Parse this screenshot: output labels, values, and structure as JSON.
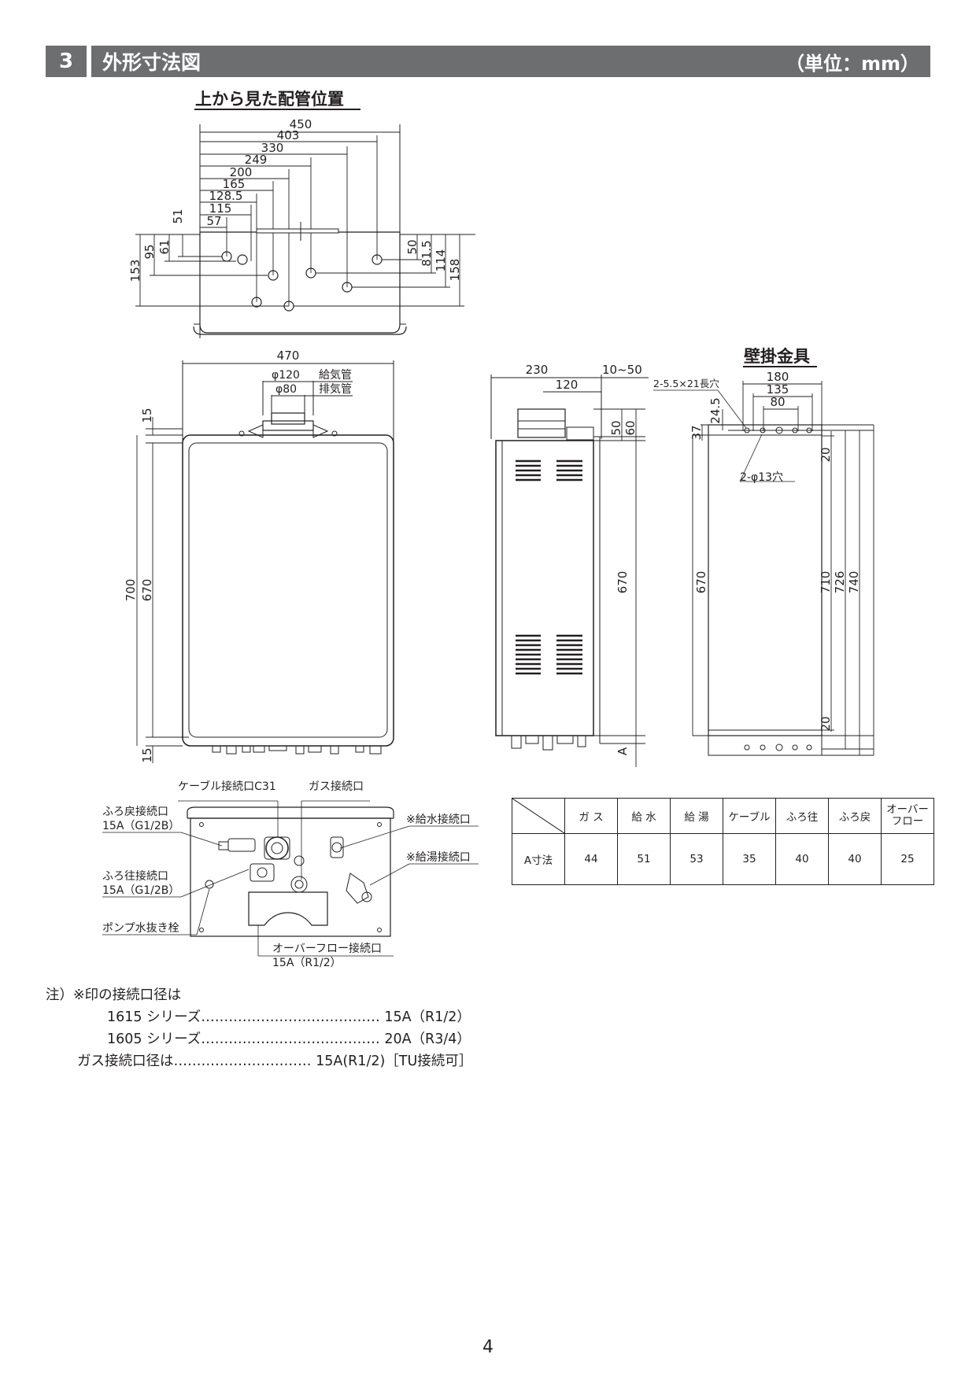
{
  "header": {
    "section_number": "3",
    "title": "外形寸法図",
    "unit": "（単位：mm）"
  },
  "top_view": {
    "title": "上から見た配管位置",
    "h_dims": [
      "450",
      "403",
      "330",
      "249",
      "200",
      "165",
      "128.5",
      "115",
      "57"
    ],
    "v_dims_left": [
      "51",
      "61",
      "95",
      "153"
    ],
    "v_dims_right": [
      "50",
      "81.5",
      "114",
      "158"
    ]
  },
  "front_view": {
    "width": "470",
    "pipe1_dia": "φ120",
    "pipe1_label": "給気管",
    "pipe2_dia": "φ80",
    "pipe2_label": "排気管",
    "dim_top": "15",
    "dim_total": "700",
    "dim_body": "670",
    "dim_bottom": "15"
  },
  "side_view": {
    "depth": "230",
    "offset": "120",
    "gap": "10~50",
    "d50": "50",
    "d60": "60",
    "body": "670",
    "a_label": "A"
  },
  "bracket": {
    "title": "壁掛金具",
    "slot": "2-5.5×21長穴",
    "w180": "180",
    "w135": "135",
    "w80": "80",
    "d24_5": "24.5",
    "d37": "37",
    "d20_top": "20",
    "hole": "2-φ13穴",
    "h670": "670",
    "h710": "710",
    "h726": "726",
    "h740": "740",
    "d20_bottom": "20"
  },
  "bottom_view": {
    "cable": "ケーブル接続口C31",
    "gas": "ガス接続口",
    "return_label": "ふろ戻接続口",
    "return_size": "15A（G1/2B）",
    "water": "※給水接続口",
    "hot": "※給湯接続口",
    "supply_label": "ふろ往接続口",
    "supply_size": "15A（G1/2B）",
    "pump": "ポンプ水抜き栓",
    "overflow_label": "オーバーフロー接続口",
    "overflow_size": "15A（R1/2）"
  },
  "a_table": {
    "headers": [
      "ガ ス",
      "給 水",
      "給 湯",
      "ケーブル",
      "ふろ往",
      "ふろ戻",
      "オーバーフロー"
    ],
    "header_last_line1": "オーバー",
    "header_last_line2": "フロー",
    "row_label": "A寸法",
    "values": [
      "44",
      "51",
      "53",
      "35",
      "40",
      "40",
      "25"
    ]
  },
  "notes": {
    "intro": "注）※印の接続口径は",
    "line1_label": "1615 シリーズ",
    "line1_value": "15A（R1/2）",
    "line2_label": "1605 シリーズ",
    "line2_value": "20A（R3/4）",
    "line3_label": "ガス接続口径は",
    "line3_value": "15A(R1/2)［TU接続可］"
  },
  "page_number": "4"
}
